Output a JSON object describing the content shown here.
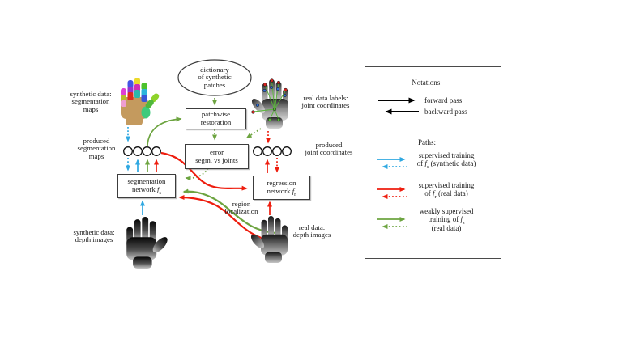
{
  "colors": {
    "blue": "#2fa8e1",
    "red": "#ee1d0e",
    "green": "#6da440",
    "black": "#000000",
    "joint_red": "#d42420",
    "joint_blue": "#2f6fd6",
    "joint_green": "#58b838"
  },
  "diagram": {
    "dictionary": [
      "dictionary",
      "of synthetic",
      "patches"
    ],
    "patchwise": [
      "patchwise",
      "restoration"
    ],
    "error": [
      "error",
      "segm. vs joints"
    ],
    "seg_net": {
      "line1": "segmentation",
      "prefix": "network ",
      "f": "f",
      "sub": "s"
    },
    "reg_net": {
      "line1": "regression",
      "prefix": "network ",
      "f": "f",
      "sub": "r"
    },
    "labels": {
      "syn_seg": [
        "synthetic data:",
        "segmentation",
        "maps"
      ],
      "produced_seg": [
        "produced",
        "segmentation",
        "maps"
      ],
      "syn_depth": [
        "synthetic data:",
        "depth images"
      ],
      "real_labels": [
        "real data labels:",
        "joint coordinates"
      ],
      "produced_joints": [
        "produced",
        "joint coordinates"
      ],
      "real_depth": [
        "real data:",
        "depth images"
      ],
      "region": [
        "region",
        "localization"
      ]
    }
  },
  "legend": {
    "notations_title": "Notations:",
    "forward_label": "forward pass",
    "backward_label": "backward pass",
    "paths_title": "Paths:",
    "paths": [
      {
        "line1": "supervised training",
        "pre": "of ",
        "f": "f",
        "sub": "s",
        "post": " (synthetic data)"
      },
      {
        "line1": "supervised training",
        "pre": "of ",
        "f": "f",
        "sub": "r",
        "post": " (real data)"
      },
      {
        "line1": "weakly supervised",
        "pre": "training of ",
        "f": "f",
        "sub": "s",
        "post": "",
        "line3": "(real data)"
      }
    ]
  }
}
